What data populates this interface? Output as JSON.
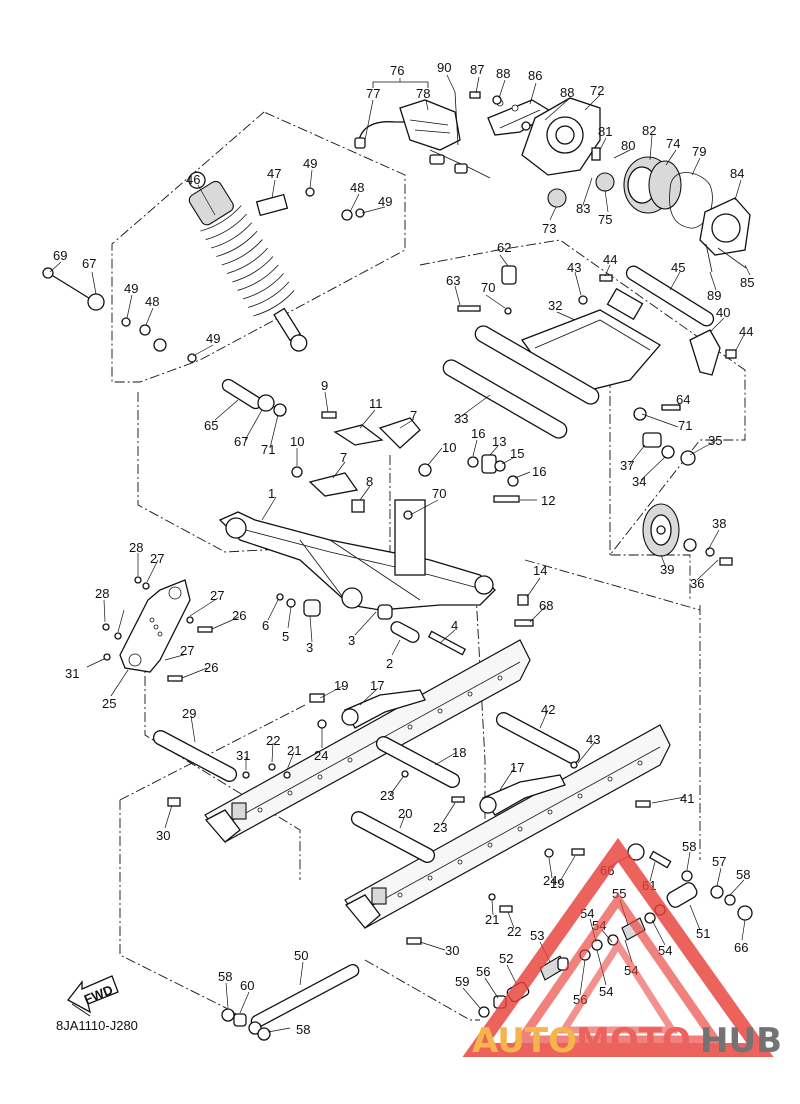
{
  "diagram": {
    "drawing_code": "8JA1110-J280",
    "fwd_label": "FWD",
    "callouts": [
      "1",
      "2",
      "3",
      "3",
      "4",
      "5",
      "6",
      "7",
      "7",
      "8",
      "9",
      "10",
      "10",
      "11",
      "12",
      "13",
      "14",
      "15",
      "16",
      "16",
      "17",
      "17",
      "18",
      "19",
      "19",
      "20",
      "21",
      "21",
      "22",
      "22",
      "23",
      "23",
      "24",
      "24",
      "25",
      "26",
      "26",
      "27",
      "27",
      "27",
      "28",
      "28",
      "29",
      "30",
      "30",
      "31",
      "31",
      "32",
      "33",
      "34",
      "35",
      "36",
      "37",
      "38",
      "39",
      "40",
      "41",
      "42",
      "43",
      "43",
      "44",
      "44",
      "45",
      "46",
      "47",
      "48",
      "48",
      "49",
      "49",
      "49",
      "49",
      "50",
      "51",
      "52",
      "53",
      "54",
      "54",
      "54",
      "54",
      "54",
      "55",
      "56",
      "56",
      "57",
      "58",
      "58",
      "58",
      "58",
      "59",
      "60",
      "61",
      "62",
      "63",
      "64",
      "65",
      "66",
      "66",
      "67",
      "67",
      "68",
      "69",
      "70",
      "70",
      "71",
      "71",
      "72",
      "73",
      "74",
      "75",
      "76",
      "77",
      "78",
      "79",
      "80",
      "81",
      "82",
      "83",
      "84",
      "85",
      "86",
      "87",
      "88",
      "88",
      "89",
      "90"
    ]
  },
  "watermark": {
    "brand_part1": "AUTO",
    "brand_part2": "MOTO",
    "brand_part3": "HUB",
    "color_red": "#e8403a",
    "color_orange": "#f5a623",
    "color_gray": "#555555"
  }
}
